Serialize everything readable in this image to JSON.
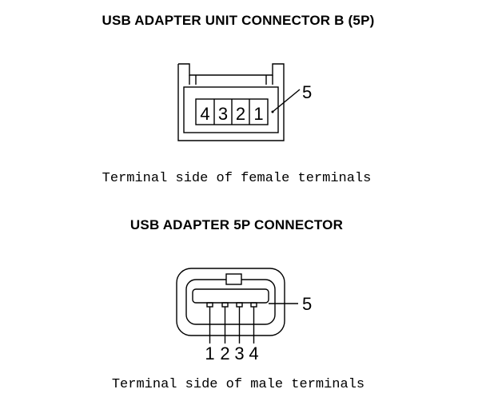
{
  "connector_b": {
    "title": "USB ADAPTER UNIT CONNECTOR B (5P)",
    "caption": "Terminal side of female terminals",
    "pins": [
      "4",
      "3",
      "2",
      "1"
    ],
    "callout": "5"
  },
  "connector_5p": {
    "title": "USB ADAPTER 5P CONNECTOR",
    "caption": "Terminal side of male terminals",
    "pins": [
      "1",
      "2",
      "3",
      "4"
    ],
    "callout": "5"
  }
}
